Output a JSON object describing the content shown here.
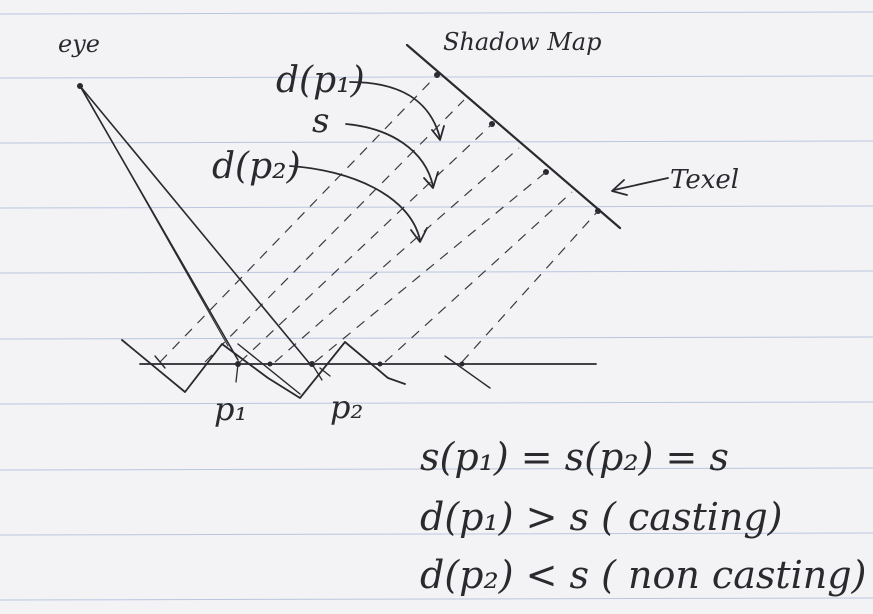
{
  "labels": {
    "eye": "eye",
    "shadow_map": "Shadow Map",
    "d_p1": "d(p₁)",
    "s": "s",
    "d_p2": "d(p₂)",
    "texel": "Texel",
    "p1": "p₁",
    "p2": "p₂"
  },
  "equations": {
    "line1": "s(p₁) = s(p₂) = s",
    "line2": "d(p₁) > s  ( casting)",
    "line3": "d(p₂) < s  ( non casting)"
  },
  "colors": {
    "paper": "#f3f3f6",
    "ruled_line": "#b9c6de",
    "ink": "#2a2a2e"
  }
}
